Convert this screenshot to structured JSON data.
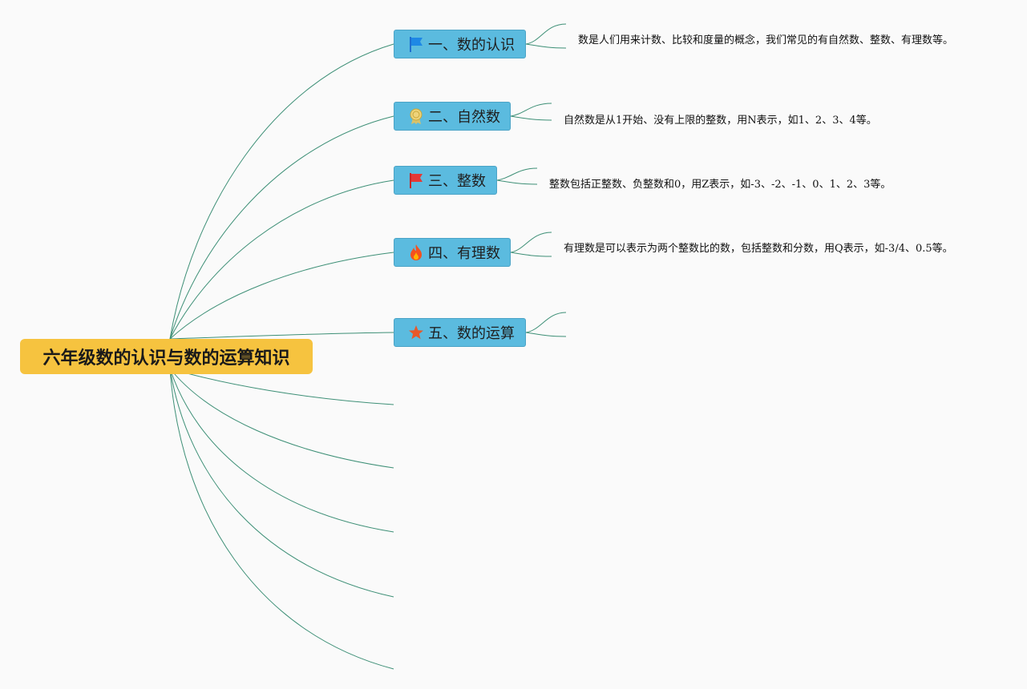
{
  "root": {
    "label": "六年级数的认识与数的运算知识",
    "color": "#f6c33f"
  },
  "colors": {
    "topic_fill": "#5bbbdf",
    "connector": "#3d8f76"
  },
  "topics": [
    {
      "label": "一、数的认识",
      "icon": "blue-flag-icon",
      "note": "数是人们用来计数、比较和度量的概念，我们常见的有自然数、整数、有理数等。"
    },
    {
      "label": "二、自然数",
      "icon": "award-ribbon-icon",
      "note": "自然数是从1开始、没有上限的整数，用N表示，如1、2、3、4等。"
    },
    {
      "label": "三、整数",
      "icon": "red-flag-icon",
      "note": "整数包括正整数、负整数和0，用Z表示，如-3、-2、-1、0、1、2、3等。"
    },
    {
      "label": "四、有理数",
      "icon": "fire-icon",
      "note": "有理数是可以表示为两个整数比的数，包括整数和分数，用Q表示，如-3/4、0.5等。"
    },
    {
      "label": "五、数的运算",
      "icon": "star-icon",
      "note": ""
    }
  ]
}
